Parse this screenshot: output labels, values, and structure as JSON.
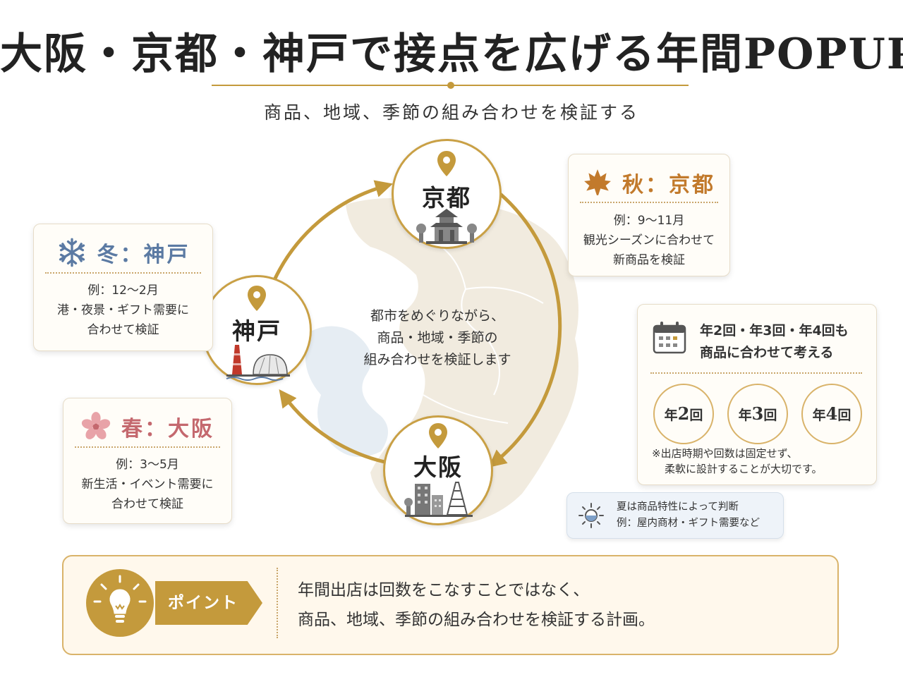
{
  "header": {
    "title": "大阪・京都・神戸で接点を広げる年間POPUP",
    "subtitle": "商品、地域、季節の組み合わせを検証する"
  },
  "cities": {
    "kyoto": "京都",
    "kobe": "神戸",
    "osaka": "大阪"
  },
  "center_text": [
    "都市をめぐりながら、",
    "商品・地域・季節の",
    "組み合わせを検証します"
  ],
  "seasons": {
    "autumn": {
      "title": "秋：京都",
      "lines": [
        "例：9〜11月",
        "観光シーズンに合わせて",
        "新商品を検証"
      ],
      "color": "#c27a2c"
    },
    "winter": {
      "title": "冬：神戸",
      "lines": [
        "例：12〜2月",
        "港・夜景・ギフト需要に",
        "合わせて検証"
      ],
      "color": "#5b7aa3"
    },
    "spring": {
      "title": "春：大阪",
      "lines": [
        "例：3〜5月",
        "新生活・イベント需要に",
        "合わせて検証"
      ],
      "color": "#c4686e"
    }
  },
  "frequency": {
    "title_lines": [
      "年2回・年3回・年4回も",
      "商品に合わせて考える"
    ],
    "options": [
      {
        "prefix": "年",
        "num": "2",
        "suffix": "回"
      },
      {
        "prefix": "年",
        "num": "3",
        "suffix": "回"
      },
      {
        "prefix": "年",
        "num": "4",
        "suffix": "回"
      }
    ],
    "note_lines": [
      "※出店時期や回数は固定せず、",
      "柔軟に設計することが大切です。"
    ]
  },
  "summer": {
    "lines": [
      "夏は商品特性によって判断",
      "例：屋内商材・ギフト需要など"
    ]
  },
  "point": {
    "tag": "ポイント",
    "lines": [
      "年間出店は回数をこなすことではなく、",
      "商品、地域、季節の組み合わせを検証する計画。"
    ]
  },
  "colors": {
    "gold": "#c49a3c",
    "map": "#f1ebdf",
    "water": "#e6edf3"
  },
  "icons": {
    "pin": "map-pin-icon",
    "temple": "temple-icon",
    "port_tower": "port-tower-icon",
    "city_skyline": "city-skyline-icon",
    "maple": "maple-leaf-icon",
    "snowflake": "snowflake-icon",
    "sakura": "sakura-icon",
    "calendar": "calendar-icon",
    "sun": "sun-icon",
    "bulb": "lightbulb-icon"
  }
}
